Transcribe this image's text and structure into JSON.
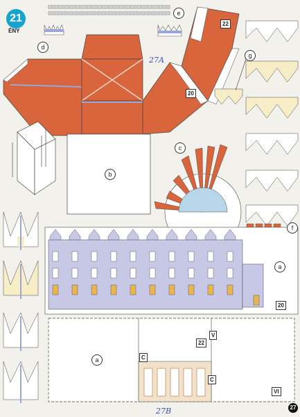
{
  "sheet": {
    "number": "21",
    "subtitle": "ÉNY",
    "page_number": "27",
    "handwritten_top": "27A",
    "handwritten_bottom": "27B"
  },
  "part_labels": {
    "a_top": "a",
    "a_bottom": "a",
    "b": "b",
    "c": "c",
    "d": "d",
    "e": "e",
    "f": "f",
    "g": "g"
  },
  "boxed_numbers": {
    "roof_22": "22",
    "roof_20": "20",
    "facade_20": "20",
    "base_22": "22",
    "base_v": "V",
    "base_vi": "VI",
    "base_c1": "C",
    "base_c2": "C"
  },
  "colors": {
    "roof": "#d9653c",
    "roof_dark": "#b84a26",
    "facade": "#c6c8e6",
    "window": "#e8b552",
    "accent": "#14a4cf"
  }
}
